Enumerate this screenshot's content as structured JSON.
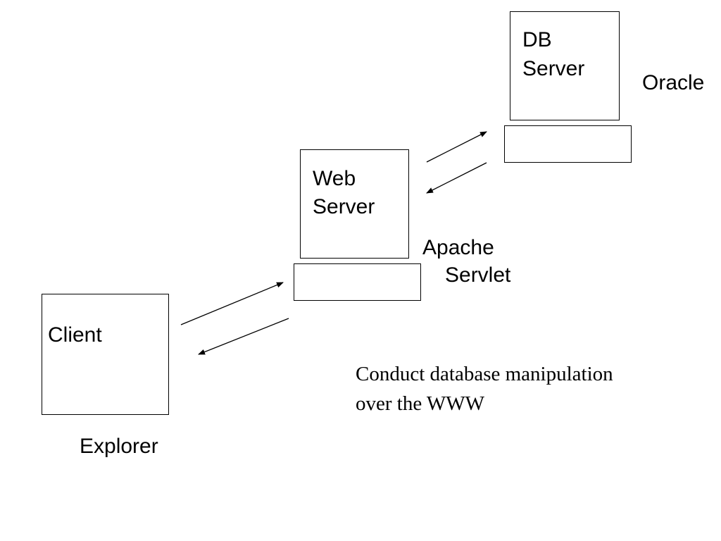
{
  "client": {
    "box_label": "Client",
    "software": "Explorer"
  },
  "web_server": {
    "box_label_line1": "Web",
    "box_label_line2": "Server",
    "software_line1": "Apache",
    "software_line2": "Servlet"
  },
  "db_server": {
    "box_label_line1": "DB",
    "box_label_line2": "Server",
    "software": "Oracle"
  },
  "caption": {
    "line1": "Conduct database manipulation",
    "line2": "over the WWW"
  }
}
